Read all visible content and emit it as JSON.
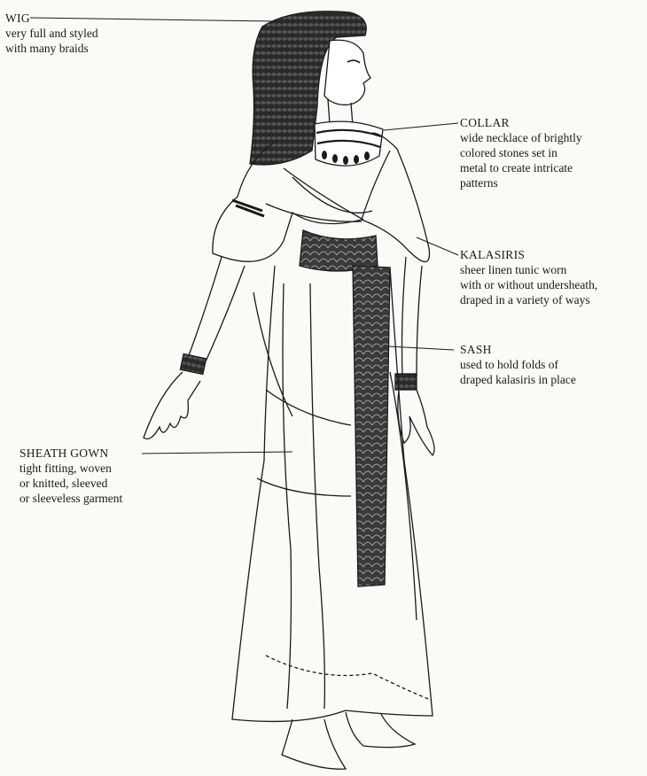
{
  "labels": {
    "wig": {
      "title": "WIG",
      "desc": "very full and styled\nwith many braids"
    },
    "collar": {
      "title": "COLLAR",
      "desc": "wide necklace of brightly\ncolored stones set in\nmetal to create intricate\npatterns"
    },
    "kalasiris": {
      "title": "KALASIRIS",
      "desc": "sheer linen tunic worn\nwith or without undersheath,\ndraped in a variety of ways"
    },
    "sash": {
      "title": "SASH",
      "desc": "used to hold folds of\ndraped kalasiris in place"
    },
    "sheath": {
      "title": "SHEATH GOWN",
      "desc": "tight fitting, woven\nor knitted, sleeved\nor sleeveless garment"
    }
  },
  "colors": {
    "ink": "#1a1a1a",
    "paper": "#fbfaf7",
    "shade": "#3a3a3a"
  }
}
